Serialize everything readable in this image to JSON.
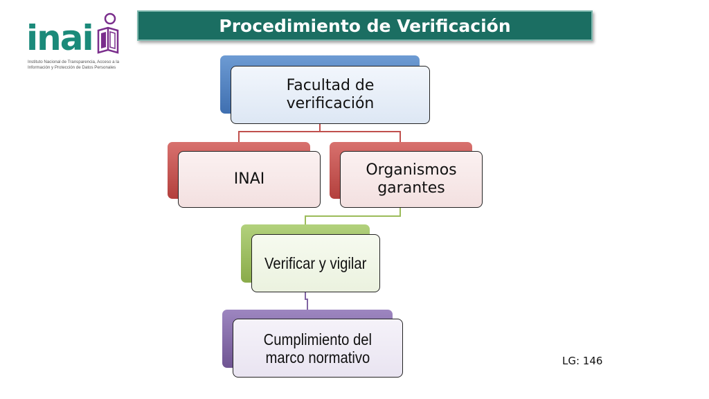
{
  "logo": {
    "wordmark": "inai",
    "subtitle": "Instituto Nacional de Transparencia, Acceso a la Información y Protección de Datos Personales",
    "icon": "person-book-logo-icon",
    "color": "#1b8a7a",
    "accent": "#7a2e8c"
  },
  "header": {
    "title": "Procedimiento de Verificación",
    "background": "#1b6e62"
  },
  "diagram": {
    "nodes": [
      {
        "id": "facultad",
        "label": "Facultad de\nverificación",
        "accent": "#4f81bd"
      },
      {
        "id": "inai",
        "label": "INAI",
        "accent": "#c0504d"
      },
      {
        "id": "organismos",
        "label": "Organismos\ngarantes",
        "accent": "#c0504d"
      },
      {
        "id": "verificar",
        "label": "Verificar y vigilar",
        "accent": "#9bbb59"
      },
      {
        "id": "cumplimiento",
        "label": "Cumplimiento del\nmarco normativo",
        "accent": "#8064a2"
      }
    ],
    "edges": [
      {
        "from": "facultad",
        "to": "inai",
        "color": "#c0504d"
      },
      {
        "from": "facultad",
        "to": "organismos",
        "color": "#c0504d"
      },
      {
        "from": "organismos",
        "to": "verificar",
        "color": "#9bbb59"
      },
      {
        "from": "verificar",
        "to": "cumplimiento",
        "color": "#8064a2"
      }
    ]
  },
  "footer": {
    "reference": "LG: 146"
  }
}
